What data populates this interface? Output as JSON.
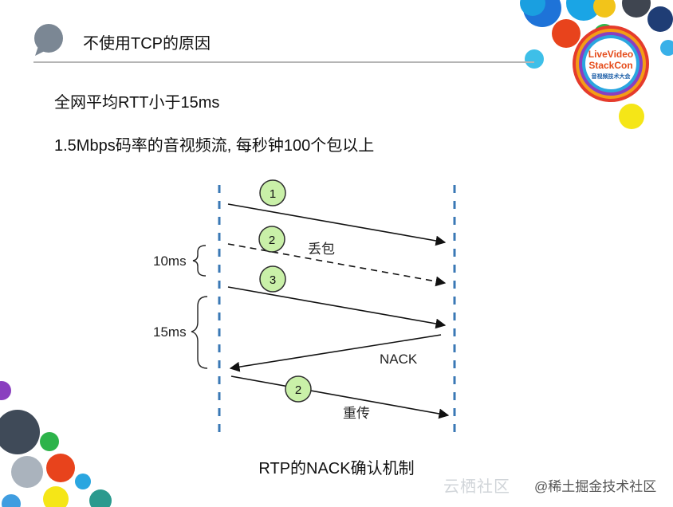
{
  "header": {
    "title": "不使用TCP的原因"
  },
  "points": [
    "全网平均RTT小于15ms",
    "1.5Mbps码率的音视频流, 每秒钟100个包以上"
  ],
  "diagram": {
    "packet_labels": [
      "1",
      "2",
      "3",
      "2"
    ],
    "lost_label": "丢包",
    "nack_label": "NACK",
    "retransmit_label": "重传",
    "interval_10": "10ms",
    "interval_15": "15ms",
    "caption": "RTP的NACK确认机制"
  },
  "logo": {
    "line1": "LiveVideo",
    "line2": "StackCon",
    "line3": "音视频技术大会"
  },
  "watermark": {
    "left": "云栖社区",
    "right": "@稀土掘金技术社区"
  },
  "colors": {
    "marker": "#3a78b5",
    "packet_fill": "#c9f0a8",
    "packet_stroke": "#2f2f2f"
  }
}
